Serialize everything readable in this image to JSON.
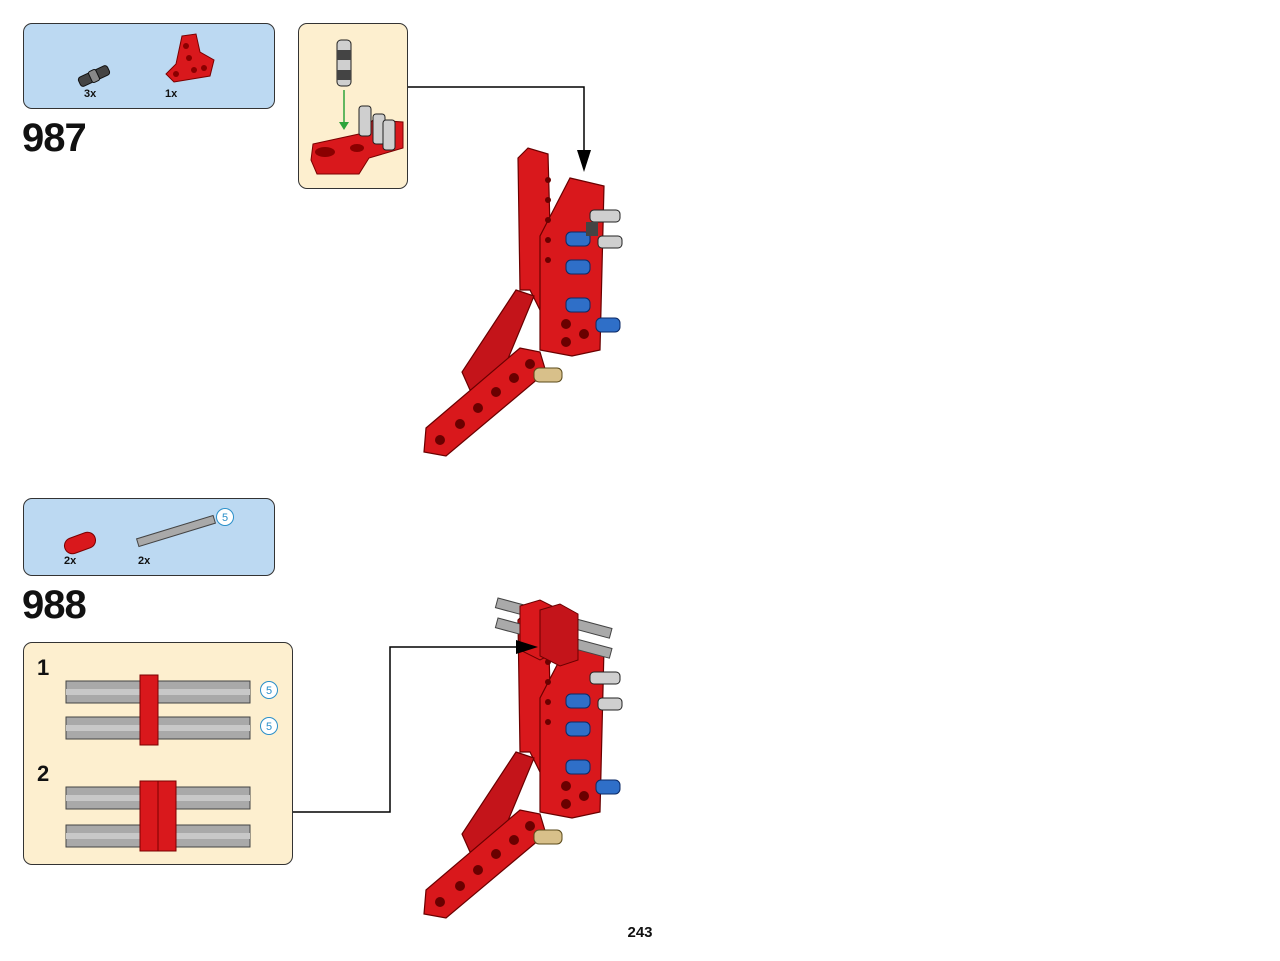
{
  "page_number": "243",
  "steps": [
    {
      "number": "987",
      "parts": [
        {
          "name": "pin-connector-icon",
          "qty": "3x"
        },
        {
          "name": "red-angled-liftarm-icon",
          "qty": "1x"
        }
      ]
    },
    {
      "number": "988",
      "parts": [
        {
          "name": "red-2-module-liftarm-icon",
          "qty": "2x"
        },
        {
          "name": "grey-axle-5-icon",
          "qty": "2x",
          "length": "5"
        }
      ],
      "substeps": [
        {
          "number": "1",
          "axle_lengths": [
            "5",
            "5"
          ]
        },
        {
          "number": "2"
        }
      ]
    }
  ],
  "colors": {
    "parts_box": "#bcd9f2",
    "sub_box": "#fdefcf",
    "brick_red": "#d9181c",
    "axle_grey": "#a9a9a9",
    "pin_blue": "#2f6fc8",
    "pin_tan": "#d8c08a"
  }
}
